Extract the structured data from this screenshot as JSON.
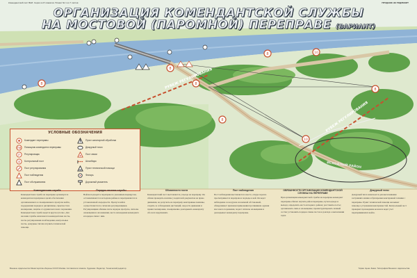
{
  "header": {
    "left_note": "Комендантский пост ВАИ. Серия из 8 плакатов. Плакат № 1 из 7 листов",
    "right_note": "ПРОДАЖЕ НЕ ПОДЛЕЖИТ"
  },
  "title": {
    "line1": "ОРГАНИЗАЦИЯ КОМЕНДАНТСКОЙ СЛУЖБЫ",
    "line2": "НА МОСТОВОЙ (ПАРОМНОЙ) ПЕРЕПРАВЕ",
    "variant": "(ВАРИАНТ)"
  },
  "map_labels": {
    "road_left": "РУБЕЖ РЕГУЛИРОВАНИЯ",
    "road_right": "РУБЕЖ РЕГУЛИРОВАНИЯ",
    "waiting_area": "ИСХОДНЫЙ РАЙОН"
  },
  "map_markers": {
    "marker_a": "8",
    "marker_b": "8",
    "marker_c": "8",
    "marker_d": "10",
    "marker_e": "8",
    "marker_f": "8",
    "marker_g": "10",
    "marker_h": "8"
  },
  "legend": {
    "title": "УСЛОВНЫЕ ОБОЗНАЧЕНИЯ",
    "items": [
      "Комендант переправы",
      "Помощник коменданта переправы",
      "Регулировщик",
      "Контрольный пост",
      "Пост регулирования",
      "Пост наблюдения",
      "Пост обслуживания",
      "Пункт санитарной обработки",
      "Дежурный тягач",
      "Пост связи",
      "Шлагбаум",
      "Пункт технической помощи",
      "Фонарь",
      "Дорожный указатель"
    ]
  },
  "columns": [
    {
      "head": "Комендантская служба",
      "text": "Комендантская служба на переправе организуется комендантом переправы в целях обеспечения организованного и своевременного пропуска войск, поддержания порядка и дисциплины, скрытности и маскировки, защиты от оружия массового поражения. Комендантская служба ведется круглосуточно. Для несения службы назначаются комендантские посты, посты регулирования и наблюдения, контрольные посты, дежурные тягачи и пункты технической помощи."
    },
    {
      "head": "Порядок несения службы",
      "text": "Войска подходят к переправе по указанным маршрутам, останавливаются в исходном районе и переправляются в установленной очередности. Пропуск войск осуществляется по сигналам регулировщиков. Регулировщики обязаны знать порядок пропуска, сигналы оповещения и опознавания, место нахождения коменданта и порядок связи с ним."
    },
    {
      "head": "Обязанности поста",
      "text": "Комендантский пост выставляется у въезда на переправу. Он обязан проверять наличие у водителей документов на право движения, не допускать на переправу неисправные машины, следить за соблюдением дистанций, скорости движения и правил маскировки, своевременно докладывать коменданту обо всех нарушениях."
    },
    {
      "head": "Пост наблюдения",
      "text": "Пост наблюдения выставляется в месте, откуда хорошо просматривается переправа и подходы к ней. Он ведет наблюдение за воздухом и наземной обстановкой, обнаруживает признаки применения противником оружия массового поражения, подает сигналы оповещения и докладывает коменданту переправы."
    },
    {
      "head": "ОБЯЗАННОСТИ ОРГАНИЗАЦИИ КОМЕНДАНТСКОЙ СЛУЖБЫ НА ПЕРЕПРАВЕ",
      "text": "При организации комендантской службы на переправе комендант переправы обязан: изучить район переправы, пути подхода и выхода; определить места исходного района; расставить посты; организовать связь и оповещение; проинструктировать личный состав; установить порядок смены постов и доклада о выполнении задач."
    },
    {
      "head": "Дежурный тягач",
      "text": "Дежурный тягач назначается для вытаскивания застрявших машин и буксировки неисправной техники с переправы. Пункт технической помощи оказывает помощь в устранении неисправностей. Контрольный пост проверяет прохождение колонн и ведет учет переправившихся войск."
    }
  ],
  "footer": {
    "left": "Военное издательство Министерства обороны СССР. Москва. Составители плаката. Художник. Редактор. Технический редактор.",
    "right": "Тираж. Цена. Заказ. Типография Военного издательства."
  }
}
